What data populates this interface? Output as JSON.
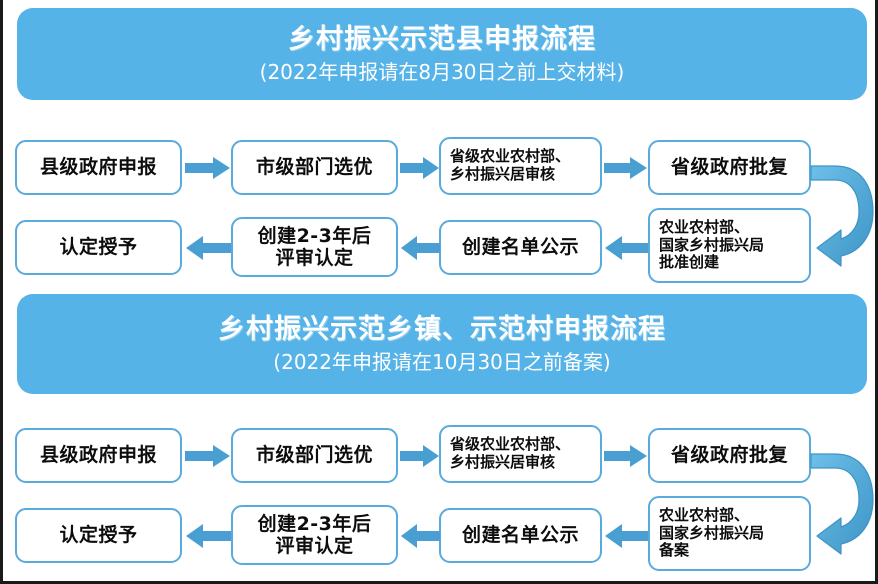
{
  "document": {
    "type": "flowchart",
    "accent_blue": "#55b3e8",
    "arrow_blue": "#4a9fd2",
    "box_border": "#5aabdc",
    "text_color": "#0d0d0d"
  },
  "sections": [
    {
      "banner": {
        "title": "乡村振兴示范县申报流程",
        "subtitle": "(2022年申报请在8月30日之前上交材料)"
      },
      "row1": [
        {
          "label": "县级政府申报",
          "lines": [
            "县级政府申报"
          ],
          "size": "big"
        },
        {
          "label": "市级部门选优",
          "lines": [
            "市级部门选优"
          ],
          "size": "big"
        },
        {
          "label": "省级农业农村部、乡村振兴居审核",
          "lines": [
            "省级农业农村部、",
            "乡村振兴居审核"
          ],
          "size": "small"
        },
        {
          "label": "省级政府批复",
          "lines": [
            "省级政府批复"
          ],
          "size": "big"
        }
      ],
      "row2": [
        {
          "label": "认定授予",
          "lines": [
            "认定授予"
          ],
          "size": "big"
        },
        {
          "label": "创建2-3年后评审认定",
          "lines": [
            "创建2-3年后",
            "评审认定"
          ],
          "size": "big"
        },
        {
          "label": "创建名单公示",
          "lines": [
            "创建名单公示"
          ],
          "size": "big"
        },
        {
          "label": "农业农村部、国家乡村振兴局批准创建",
          "lines": [
            "农业农村部、",
            "国家乡村振兴局",
            "批准创建"
          ],
          "size": "small"
        }
      ]
    },
    {
      "banner": {
        "title": "乡村振兴示范乡镇、示范村申报流程",
        "subtitle": "(2022年申报请在10月30日之前备案)"
      },
      "row1": [
        {
          "label": "县级政府申报",
          "lines": [
            "县级政府申报"
          ],
          "size": "big"
        },
        {
          "label": "市级部门选优",
          "lines": [
            "市级部门选优"
          ],
          "size": "big"
        },
        {
          "label": "省级农业农村部、乡村振兴居审核",
          "lines": [
            "省级农业农村部、",
            "乡村振兴居审核"
          ],
          "size": "small"
        },
        {
          "label": "省级政府批复",
          "lines": [
            "省级政府批复"
          ],
          "size": "big"
        }
      ],
      "row2": [
        {
          "label": "认定授予",
          "lines": [
            "认定授予"
          ],
          "size": "big"
        },
        {
          "label": "创建2-3年后评审认定",
          "lines": [
            "创建2-3年后",
            "评审认定"
          ],
          "size": "big"
        },
        {
          "label": "创建名单公示",
          "lines": [
            "创建名单公示"
          ],
          "size": "big"
        },
        {
          "label": "农业农村部、国家乡村振兴局备案",
          "lines": [
            "农业农村部、",
            "国家乡村振兴局",
            "备案"
          ],
          "size": "small"
        }
      ]
    }
  ],
  "connectors": {
    "right_arrow_icon": "arrow-right",
    "left_arrow_icon": "arrow-left",
    "loop_icon": "curved-loop-arrow"
  }
}
